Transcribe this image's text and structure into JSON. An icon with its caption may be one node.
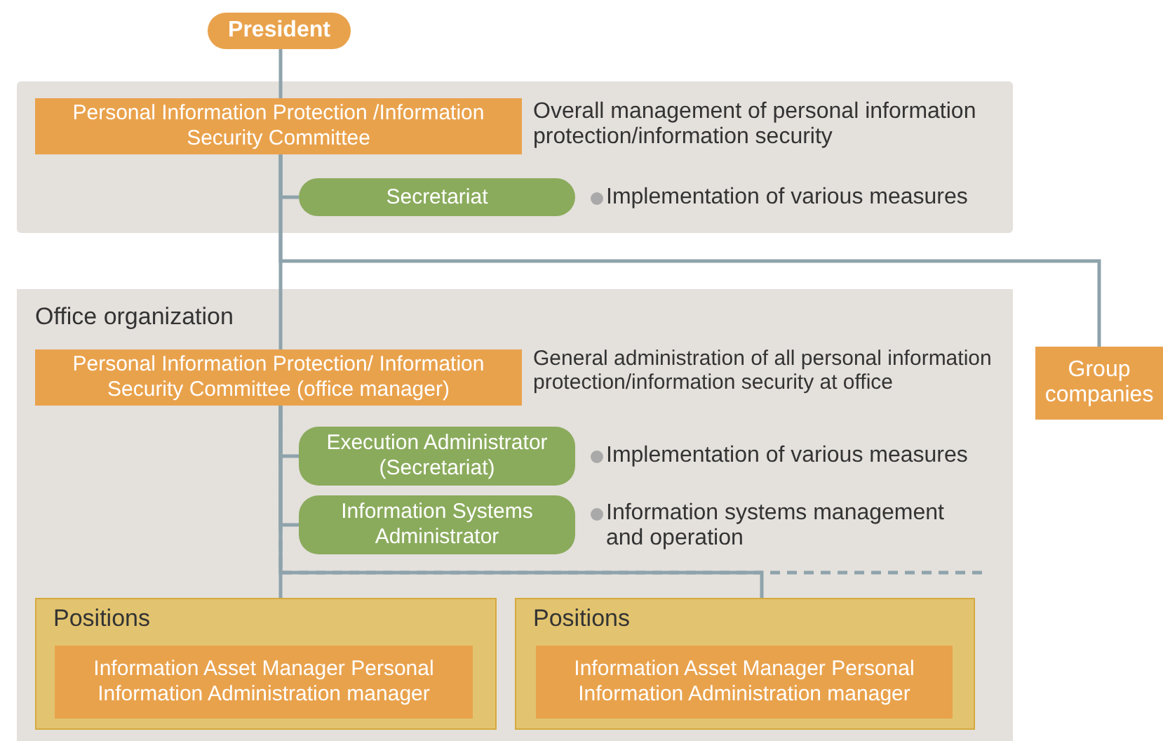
{
  "diagram": {
    "nodes": [
      {
        "text": [
          "President"
        ]
      },
      {
        "text": [],
        "shape": "box"
      },
      {
        "text": [
          "Personal Information Protection /Information Security Committee"
        ],
        "in": 1,
        "beside": [
          "Overall management of personal information protection/information security"
        ]
      },
      {
        "text": [
          "Secretariat"
        ],
        "in": 1,
        "beside": [
          "Implementation of various measures"
        ]
      },
      {
        "text": [
          "Office organization"
        ]
      },
      {
        "text": [
          "Personal Information Protection/ Information Security Committee (office manager)"
        ],
        "in": 4,
        "beside": [
          "General administration of all personal information protection/information security at office"
        ]
      },
      {
        "text": [
          "Execution Administrator (Secretariat)"
        ],
        "in": 4,
        "beside": [
          "Implementation of various measures"
        ]
      },
      {
        "text": [
          "Information Systems Administrator"
        ],
        "in": 4,
        "beside": [
          "Information systems management and operation"
        ]
      },
      {
        "text": [
          "Positions"
        ],
        "in": 4
      },
      {
        "text": [
          "Information Asset Manager Personal Information Administration manager"
        ],
        "in": 8
      },
      {
        "text": [
          "Positions"
        ],
        "in": 4
      },
      {
        "text": [
          "Information Asset Manager Personal Information Administration manager"
        ],
        "in": 10
      },
      {
        "text": [
          "Group companies"
        ]
      }
    ],
    "edges": [
      {
        "from": 0,
        "to": 2,
        "arrow": "none"
      },
      {
        "from": 2,
        "to": 3,
        "arrow": "none"
      },
      {
        "from": 2,
        "to": 5,
        "arrow": "none"
      },
      {
        "from": 2,
        "to": 12,
        "arrow": "none"
      },
      {
        "from": 5,
        "to": 6,
        "arrow": "none"
      },
      {
        "from": 5,
        "to": 7,
        "arrow": "none"
      },
      {
        "from": 5,
        "to": 8,
        "arrow": "none"
      },
      {
        "from": 5,
        "to": 10,
        "arrow": "none"
      },
      {
        "from": 5,
        "to": null,
        "arrow": "none",
        "style": "dashed"
      }
    ]
  }
}
